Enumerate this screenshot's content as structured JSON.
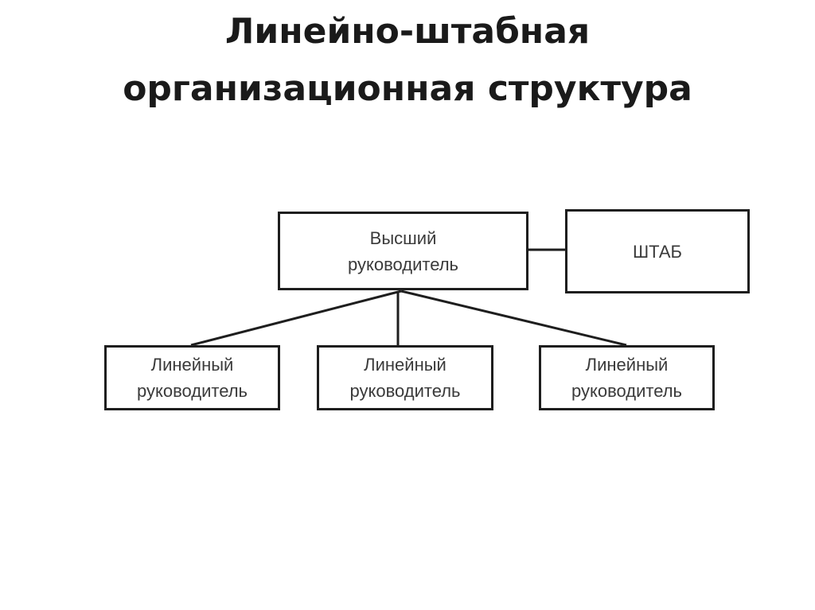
{
  "title": {
    "line1": "Линейно-штабная",
    "line2": "организационная структура"
  },
  "diagram": {
    "top_manager": {
      "line1": "Высший",
      "line2": "руководитель"
    },
    "staff": {
      "label": "ШТАБ"
    },
    "line_managers": [
      {
        "line1": "Линейный",
        "line2": "руководитель"
      },
      {
        "line1": "Линейный",
        "line2": "руководитель"
      },
      {
        "line1": "Линейный",
        "line2": "руководитель"
      }
    ]
  }
}
